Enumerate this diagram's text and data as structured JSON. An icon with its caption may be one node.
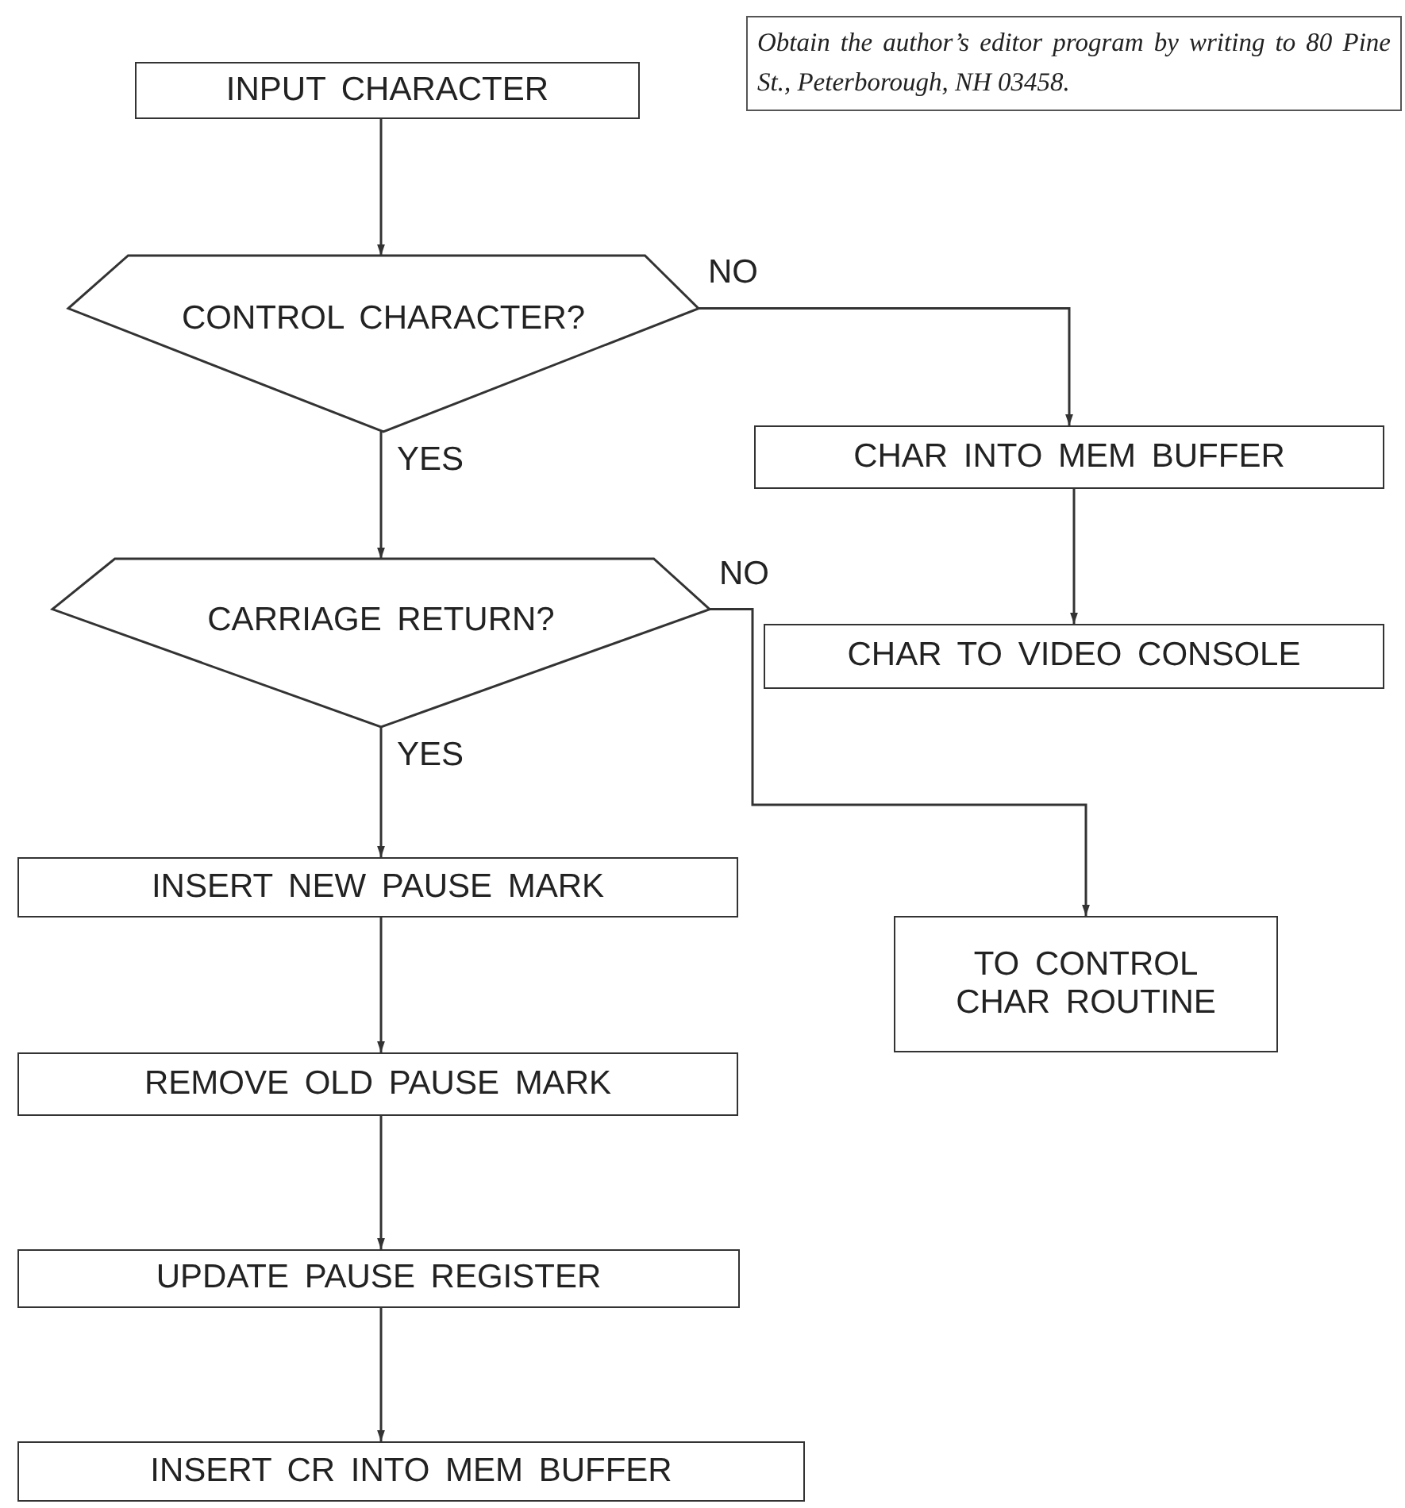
{
  "diagram": {
    "nodes": [
      {
        "text": [
          "INPUT CHARACTER"
        ]
      },
      {
        "text": [
          "CONTROL CHARACTER?"
        ]
      },
      {
        "text": [
          "CHAR INTO MEM BUFFER"
        ]
      },
      {
        "text": [
          "CARRIAGE RETURN?"
        ]
      },
      {
        "text": [
          "CHAR TO VIDEO CONSOLE"
        ]
      },
      {
        "text": [
          "INSERT NEW PAUSE MARK"
        ]
      },
      {
        "text": [
          "TO CONTROL CHAR ROUTINE"
        ]
      },
      {
        "text": [
          "REMOVE OLD PAUSE MARK"
        ]
      },
      {
        "text": [
          "UPDATE PAUSE REGISTER"
        ]
      },
      {
        "text": [
          "INSERT CR INTO MEM BUFFER"
        ]
      }
    ],
    "edges": [
      {
        "from": 0,
        "to": 1,
        "arrow": "to"
      },
      {
        "from": 1,
        "to": 2,
        "arrow": "to",
        "label": "NO"
      },
      {
        "from": 1,
        "to": 3,
        "arrow": "to",
        "label": "YES"
      },
      {
        "from": 2,
        "to": 4,
        "arrow": "to"
      },
      {
        "from": 3,
        "to": 6,
        "arrow": "to",
        "label": "NO"
      },
      {
        "from": 3,
        "to": 5,
        "arrow": "to",
        "label": "YES"
      },
      {
        "from": 5,
        "to": 7,
        "arrow": "to"
      },
      {
        "from": 7,
        "to": 8,
        "arrow": "to"
      },
      {
        "from": 8,
        "to": 9,
        "arrow": "to"
      }
    ],
    "labels": [
      "Obtain the author’s editor program by writing to 80 Pine St., Peterborough, NH 03458."
    ]
  }
}
